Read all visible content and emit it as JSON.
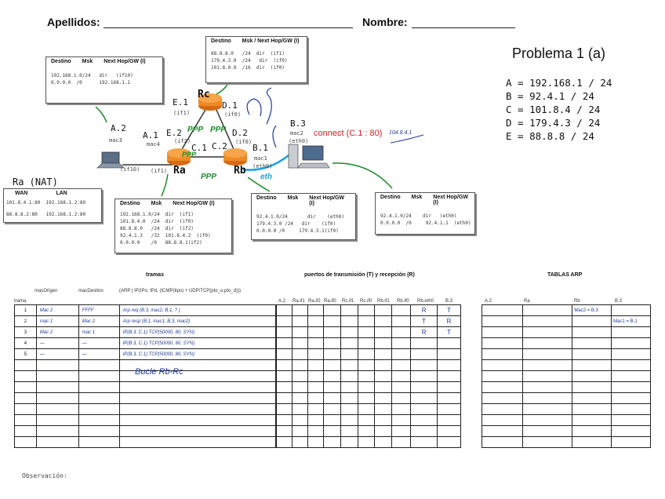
{
  "header": {
    "apellidos_label": "Apellidos:",
    "nombre_label": "Nombre:"
  },
  "problem": {
    "title": "Problema 1 (a)",
    "addresses": [
      "A = 192.168.1 / 24",
      "B = 92.4.1 / 24",
      "C = 101.8.4 / 24",
      "D = 179.4.3 / 24",
      "E = 88.8.8 / 24"
    ]
  },
  "tables": {
    "col_destino": "Destino",
    "col_msk": "Msk",
    "col_nexthop": "Next Hop/GW (I)",
    "rc_col_msk_nexthop": "Msk / Next Hop/GW (I)",
    "host_a": [
      "192.168.1.0/24   dir   (if10)",
      "0.0.0.0  /0      192.168.1.1"
    ],
    "rc": [
      "88.8.8.0   /24  dir  (if1)",
      "179.4.3.0  /24   dir  (if0)",
      "101.8.0.0  /16  dir  (if0)"
    ],
    "ra": [
      "192.168.1.0/24  dir  (if1)",
      "101.8.4.0  /24  dir  (if0)",
      "88.8.8.0   /24  dir  (if2)",
      "92.4.1.3   /32  101.8.4.2  (if0)",
      "0.0.0.0    /0   88.8.8.1(if2)"
    ],
    "rb": [
      "92.4.1.0/24       dir    (eth0)",
      "179.4.3.0 /24   dir    (if0)",
      "0.0.0.0 /0     179.4.3.1(if0)"
    ],
    "host_b": [
      "92.4.1.0/24    dir   (eth0)",
      "0.0.0.0  /0     92.4.1.1  (eth0)"
    ]
  },
  "nat": {
    "title": "Ra (NAT)",
    "col_wan": "WAN",
    "col_lan": "LAN",
    "rows": [
      "101.8.4.1:80  192.168.1.2:80",
      "88.8.8.2:80   192.168.1.2:80"
    ]
  },
  "topology": {
    "ra": "Ra",
    "rb": "Rb",
    "rc": "Rc",
    "e1": "E.1",
    "if1_rc": "(if1)",
    "d1": "D.1",
    "if0_rc": "(if0)",
    "a2": "A.2",
    "mac3": "mac3",
    "if10": "(if10)",
    "a1": "A.1",
    "mac4": "mac4",
    "e2": "E.2",
    "if2": "(if2)",
    "c1": "C.1",
    "c2": "C.2",
    "if1_ra": "(if1)",
    "d2": "D.2",
    "if0_rb": "(if0)",
    "b1": "B.1",
    "mac1": "mac1",
    "eth0_rb": "(eth0)",
    "b3": "B.3",
    "mac2": "mac2",
    "eth0_b3": "(eth0)",
    "connect": "connect (C.1 : 80)",
    "handwritten_ip": "104.8.4.1",
    "ppp1": "PPP",
    "ppp2": "PPP",
    "ppp3": "PPP",
    "ppp4": "PPP",
    "eth": "eth"
  },
  "frames": {
    "section_title": "tramas",
    "col_trama": "trama",
    "col_mac_origen": "macOrigen",
    "col_mac_destino": "macDestino",
    "col_content": "(ARP | IP(IPo, IPd, (ICMP(tipo) + UDP/TCP(pto_o,pto_d)))",
    "rows": [
      {
        "n": "1",
        "src": "Mac 2",
        "dst": "FFFF",
        "content": "Arp req (B.3, mac2, B.1, ? )"
      },
      {
        "n": "2",
        "src": "mac 1",
        "dst": "Mac 2",
        "content": "Arp resp (B.1, mac1, B.3, mac2)"
      },
      {
        "n": "3",
        "src": "Mac 2",
        "dst": "mac 1",
        "content": "IP(B.3, C.1) TCP(50000, 80, SYN)"
      },
      {
        "n": "4",
        "src": "—",
        "dst": "—",
        "content": "IP(B.3, C.1) TCP(50000, 80, SYN)"
      },
      {
        "n": "5",
        "src": "—",
        "dst": "—",
        "content": "IP(B.3, C.1) TCP(50000, 80, SYN)"
      }
    ],
    "note": "Bucle  Rb-Rc"
  },
  "ports": {
    "section_title": "puertos de transmisión (T) y recepción (R)",
    "columns": [
      "A.2",
      "Ra.if1",
      "Ra.if2",
      "Ra.if0",
      "Rc.if1",
      "Rc.if0",
      "Rb.if1",
      "Rb.if0",
      "Rb.eth0",
      "B.3"
    ],
    "marks": [
      {
        "row": 0,
        "col": 8,
        "v": "R"
      },
      {
        "row": 0,
        "col": 9,
        "v": "T"
      },
      {
        "row": 1,
        "col": 8,
        "v": "T"
      },
      {
        "row": 1,
        "col": 9,
        "v": "R"
      },
      {
        "row": 2,
        "col": 8,
        "v": "R"
      },
      {
        "row": 2,
        "col": 9,
        "v": "T"
      }
    ]
  },
  "arp": {
    "section_title": "TABLAS ARP",
    "columns": [
      "A.2",
      "Ra",
      "Rb",
      "B.3"
    ],
    "entries": [
      {
        "row": 0,
        "col": 2,
        "v": "Mac2 = B.3"
      },
      {
        "row": 1,
        "col": 3,
        "v": "Mac1 = B.1"
      }
    ]
  },
  "footer": {
    "observacion_label": "Observación:"
  }
}
